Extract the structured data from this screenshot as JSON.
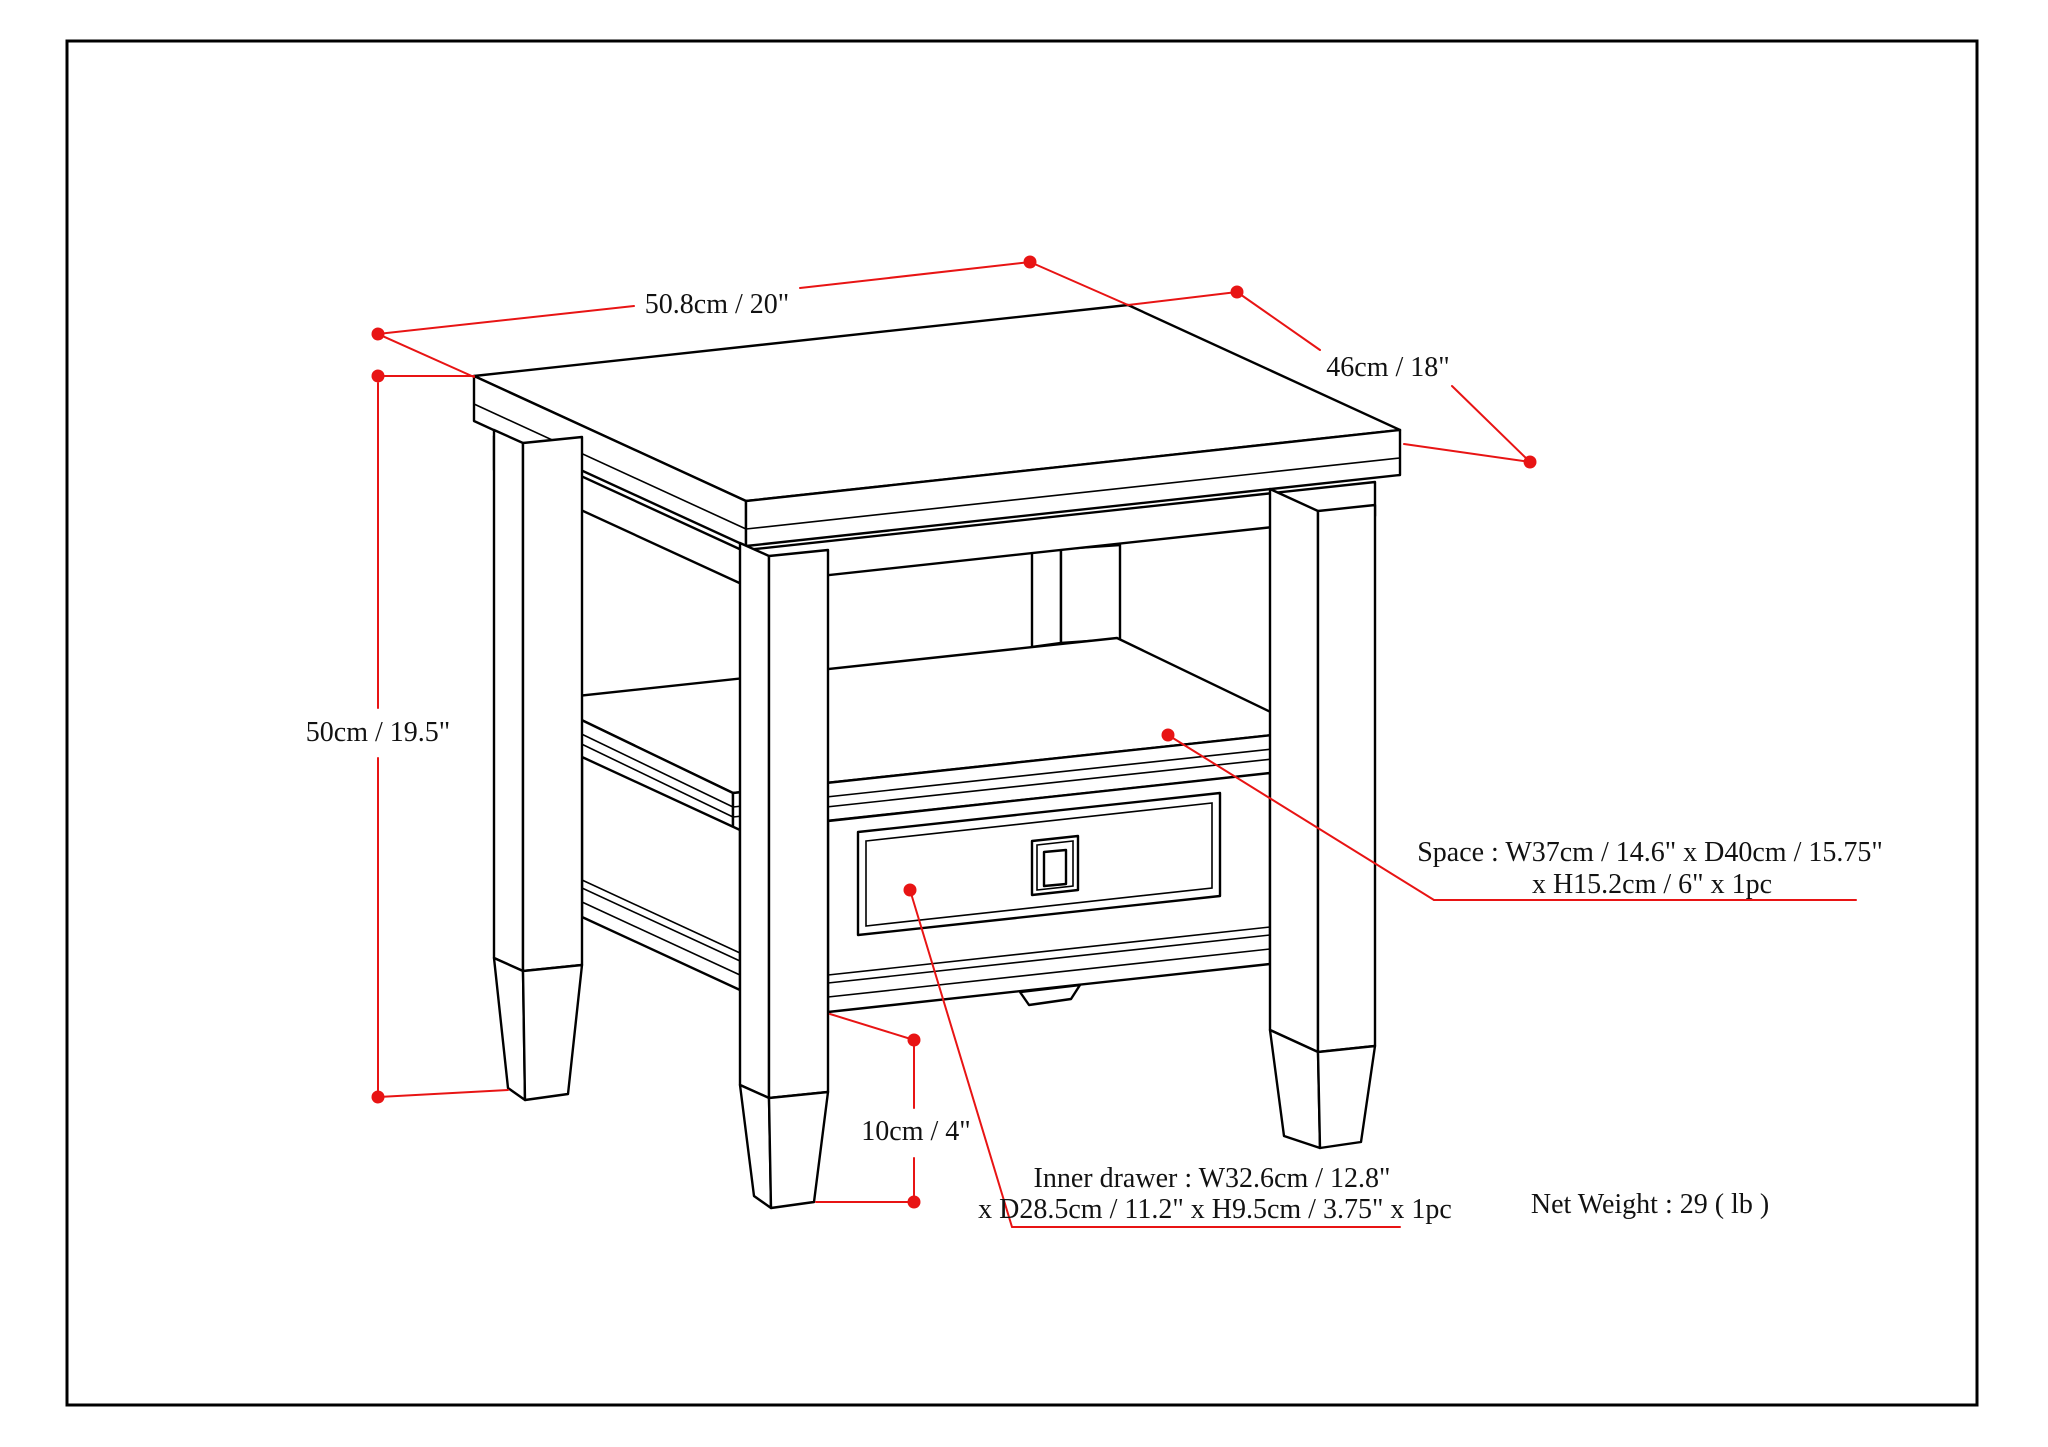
{
  "figure": {
    "kind": "furniture dimension drawing",
    "subject": "end table with open shelf and one drawer"
  },
  "dimensions": {
    "top_width": "50.8cm / 20\"",
    "top_depth": "46cm / 18\"",
    "overall_height": "50cm / 19.5\"",
    "leg_height": "10cm / 4\""
  },
  "annotations": {
    "space_line1": "Space : W37cm / 14.6\" x D40cm / 15.75\"",
    "space_line2": "x H15.2cm / 6\" x 1pc",
    "inner_drawer_line1": "Inner drawer : W32.6cm / 12.8\"",
    "inner_drawer_line2": "x D28.5cm / 11.2\" x H9.5cm / 3.75\" x 1pc",
    "net_weight": "Net Weight : 29 ( lb )"
  },
  "colors": {
    "dimension_red": "#e81414",
    "line_black": "#000000",
    "background": "#ffffff"
  }
}
